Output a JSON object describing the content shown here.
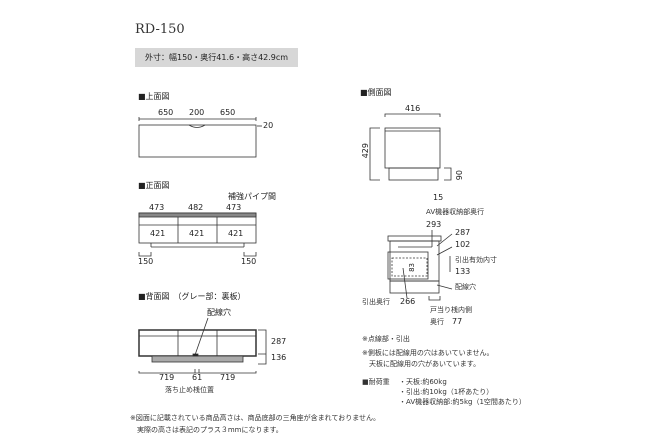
{
  "title": "RD-150",
  "spec": "外寸：幅150・奥行41.6・高さ42.9cm",
  "top_view": {
    "heading": "■上面図",
    "dims": [
      "650",
      "200",
      "650"
    ],
    "depth": "20"
  },
  "front_view": {
    "heading": "■正面図",
    "pipe_label": "補強パイプ間",
    "upper_dims": [
      "473",
      "482",
      "473"
    ],
    "inner_dims": [
      "421",
      "421",
      "421"
    ],
    "leg_dims": [
      "150",
      "150"
    ]
  },
  "back_view": {
    "heading": "■背面図　（グレー部：裏板）",
    "hole_label": "配線穴",
    "heights": [
      "287",
      "136"
    ],
    "widths": [
      "719",
      "61",
      "719"
    ],
    "stop_label": "落ち止め桟位置"
  },
  "side_view": {
    "heading": "■側面図",
    "depth": "416",
    "height": "429",
    "base": "90",
    "inset": "15"
  },
  "section_view": {
    "av_label": "AV機器収納部奥行",
    "av_depth": "293",
    "d287": "287",
    "d102": "102",
    "drawer_inner_label": "引出有効内寸",
    "drawer_inner": "133",
    "hole_label": "配線穴",
    "drawer_depth_label": "引出奥行",
    "drawer_depth": "266",
    "door_stop_label": "戸当り桟内側",
    "door_stop_depth_label": "奥行",
    "door_stop_depth": "77",
    "d83": "83"
  },
  "notes": {
    "dotted": "※点線部・引出",
    "side_hole_1": "※側板には配線用の穴はあいていません。",
    "side_hole_2": "天板に配線用の穴があいています。",
    "load_heading": "■耐荷重",
    "load_items": [
      "・天板:約60kg",
      "・引出:約10kg（1杯あたり）",
      "・AV機器収納部:約5kg（1空間あたり）"
    ]
  },
  "footer": [
    "※図面に記載されている商品高さは、商品底部の三角座が含まれておりません。",
    "実際の高さは表記のプラス３mmになります。"
  ]
}
